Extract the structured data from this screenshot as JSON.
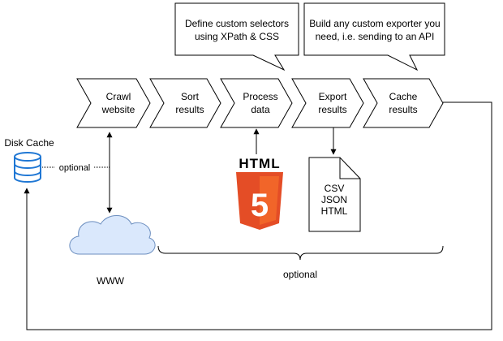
{
  "pipeline": {
    "steps": [
      {
        "line1": "Crawl",
        "line2": "website"
      },
      {
        "line1": "Sort",
        "line2": "results"
      },
      {
        "line1": "Process",
        "line2": "data"
      },
      {
        "line1": "Export",
        "line2": "results"
      },
      {
        "line1": "Cache",
        "line2": "results"
      }
    ]
  },
  "callouts": {
    "selectors": {
      "line1": "Define custom selectors",
      "line2": "using XPath & CSS"
    },
    "exporter": {
      "line1": "Build any custom exporter you",
      "line2": "need, i.e. sending to an API"
    }
  },
  "disk_cache": {
    "label": "Disk Cache",
    "link_label": "optional"
  },
  "www": {
    "label": "WWW"
  },
  "html5": {
    "label": "HTML",
    "number": "5",
    "colors": {
      "orange": "#E44D26",
      "light_orange": "#F16529",
      "white": "#FFFFFF",
      "dark": "#000000"
    }
  },
  "export_doc": {
    "lines": [
      "CSV",
      "JSON",
      "HTML"
    ]
  },
  "brace": {
    "label": "optional"
  },
  "colors": {
    "cloud_fill": "#DAE8FC",
    "cloud_stroke": "#6C8EBF",
    "db_stroke": "#1F77D4"
  }
}
